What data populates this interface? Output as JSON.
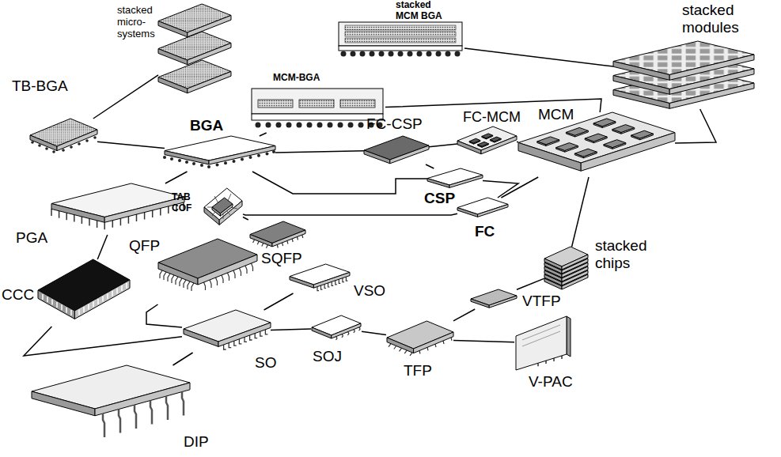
{
  "diagram": {
    "nodes": [
      {
        "text": [
          "stacked micro- systems"
        ]
      },
      {
        "text": [
          "stacked MCM BGA"
        ]
      },
      {
        "text": [
          "stacked modules"
        ]
      },
      {
        "text": [
          "TB-BGA"
        ]
      },
      {
        "text": [
          "MCM-BGA"
        ]
      },
      {
        "text": [
          "BGA"
        ]
      },
      {
        "text": [
          "FC-CSP"
        ]
      },
      {
        "text": [
          "FC-MCM"
        ]
      },
      {
        "text": [
          "MCM"
        ]
      },
      {
        "text": [
          "PGA"
        ]
      },
      {
        "text": [
          "TAB COF"
        ]
      },
      {
        "text": [
          "CSP"
        ]
      },
      {
        "text": [
          "FC"
        ]
      },
      {
        "text": [
          "SQFP"
        ]
      },
      {
        "text": [
          "QFP"
        ]
      },
      {
        "text": [
          "stacked chips"
        ]
      },
      {
        "text": [
          "CCC"
        ]
      },
      {
        "text": [
          "VSO"
        ]
      },
      {
        "text": [
          "VTFP"
        ]
      },
      {
        "text": [
          "SO"
        ]
      },
      {
        "text": [
          "SOJ"
        ]
      },
      {
        "text": [
          "TFP"
        ]
      },
      {
        "text": [
          "V-PAC"
        ]
      },
      {
        "text": [
          "DIP"
        ]
      }
    ],
    "edges": [
      {
        "from": 3,
        "to": 0,
        "arrow": "none"
      },
      {
        "from": 3,
        "to": 5,
        "arrow": "none"
      },
      {
        "from": 5,
        "to": 4,
        "arrow": "none"
      },
      {
        "from": 1,
        "to": 2,
        "arrow": "none"
      },
      {
        "from": 4,
        "to": 8,
        "arrow": "none"
      },
      {
        "from": 2,
        "to": 8,
        "arrow": "none"
      },
      {
        "from": 5,
        "to": 9,
        "arrow": "none"
      },
      {
        "from": 5,
        "to": 6,
        "arrow": "none"
      },
      {
        "from": 5,
        "to": 11,
        "arrow": "none"
      },
      {
        "from": 6,
        "to": 11,
        "arrow": "none"
      },
      {
        "from": 6,
        "to": 7,
        "arrow": "none"
      },
      {
        "from": 7,
        "to": 8,
        "arrow": "none"
      },
      {
        "from": 11,
        "to": 12,
        "arrow": "none"
      },
      {
        "from": 12,
        "to": 8,
        "arrow": "none"
      },
      {
        "from": 10,
        "to": 12,
        "arrow": "none"
      },
      {
        "from": 10,
        "to": 13,
        "arrow": "none"
      },
      {
        "from": 9,
        "to": 16,
        "arrow": "none"
      },
      {
        "from": 16,
        "to": 19,
        "arrow": "none"
      },
      {
        "from": 14,
        "to": 19,
        "arrow": "none"
      },
      {
        "from": 19,
        "to": 17,
        "arrow": "none"
      },
      {
        "from": 19,
        "to": 20,
        "arrow": "none"
      },
      {
        "from": 19,
        "to": 23,
        "arrow": "none"
      },
      {
        "from": 20,
        "to": 21,
        "arrow": "none"
      },
      {
        "from": 21,
        "to": 18,
        "arrow": "none"
      },
      {
        "from": 21,
        "to": 22,
        "arrow": "none"
      },
      {
        "from": 18,
        "to": 15,
        "arrow": "none"
      },
      {
        "from": 15,
        "to": 8,
        "arrow": "none"
      }
    ]
  }
}
